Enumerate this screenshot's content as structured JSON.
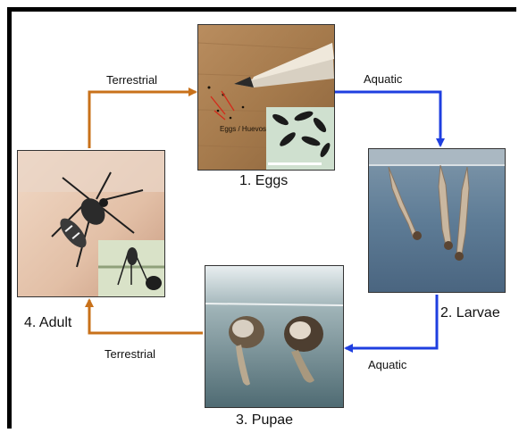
{
  "stages": {
    "eggs": "1. Eggs",
    "larvae": "2. Larvae",
    "pupae": "3. Pupae",
    "adult": "4. Adult"
  },
  "edges": {
    "adult_to_eggs": "Terrestrial",
    "eggs_to_larvae": "Aquatic",
    "larvae_to_pupae": "Aquatic",
    "pupae_to_adult": "Terrestrial"
  },
  "photo_text": {
    "eggs_caption": "Eggs / Huevos"
  },
  "colors": {
    "terrestrial_arrow": "#c8711a",
    "aquatic_arrow": "#1f3fe0",
    "frame": "#000000"
  }
}
